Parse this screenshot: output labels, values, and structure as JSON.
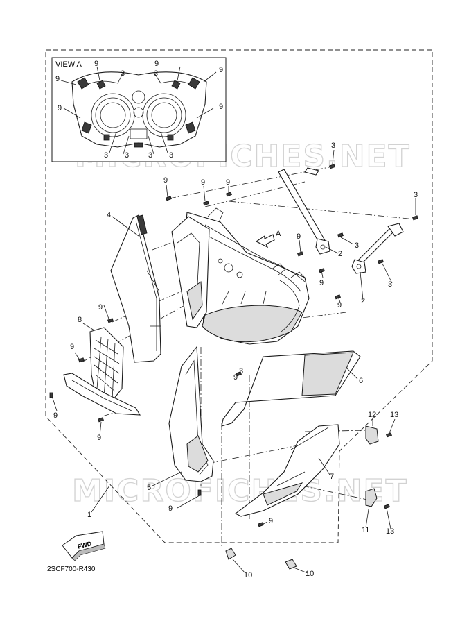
{
  "inset_title": "VIEW A",
  "view_arrow_label": "A",
  "drawing_code": "2SCF700-R430",
  "fwd_label": "FWD",
  "watermark_text": "MICROFICHES.NET",
  "inset_callouts": [
    "9",
    "9",
    "9",
    "9",
    "3",
    "3",
    "9",
    "9",
    "3",
    "3",
    "3",
    "3"
  ],
  "callouts": [
    "3",
    "9",
    "9",
    "9",
    "4",
    "3",
    "3",
    "2",
    "9",
    "3",
    "2",
    "9",
    "9",
    "9",
    "3",
    "9",
    "8",
    "9",
    "6",
    "9",
    "12",
    "13",
    "9",
    "7",
    "5",
    "1",
    "9",
    "11",
    "13",
    "10",
    "10"
  ],
  "colors": {
    "line": "#1a1a1a",
    "shade": "#dcdcdc",
    "watermark": "#d2d2d2"
  }
}
